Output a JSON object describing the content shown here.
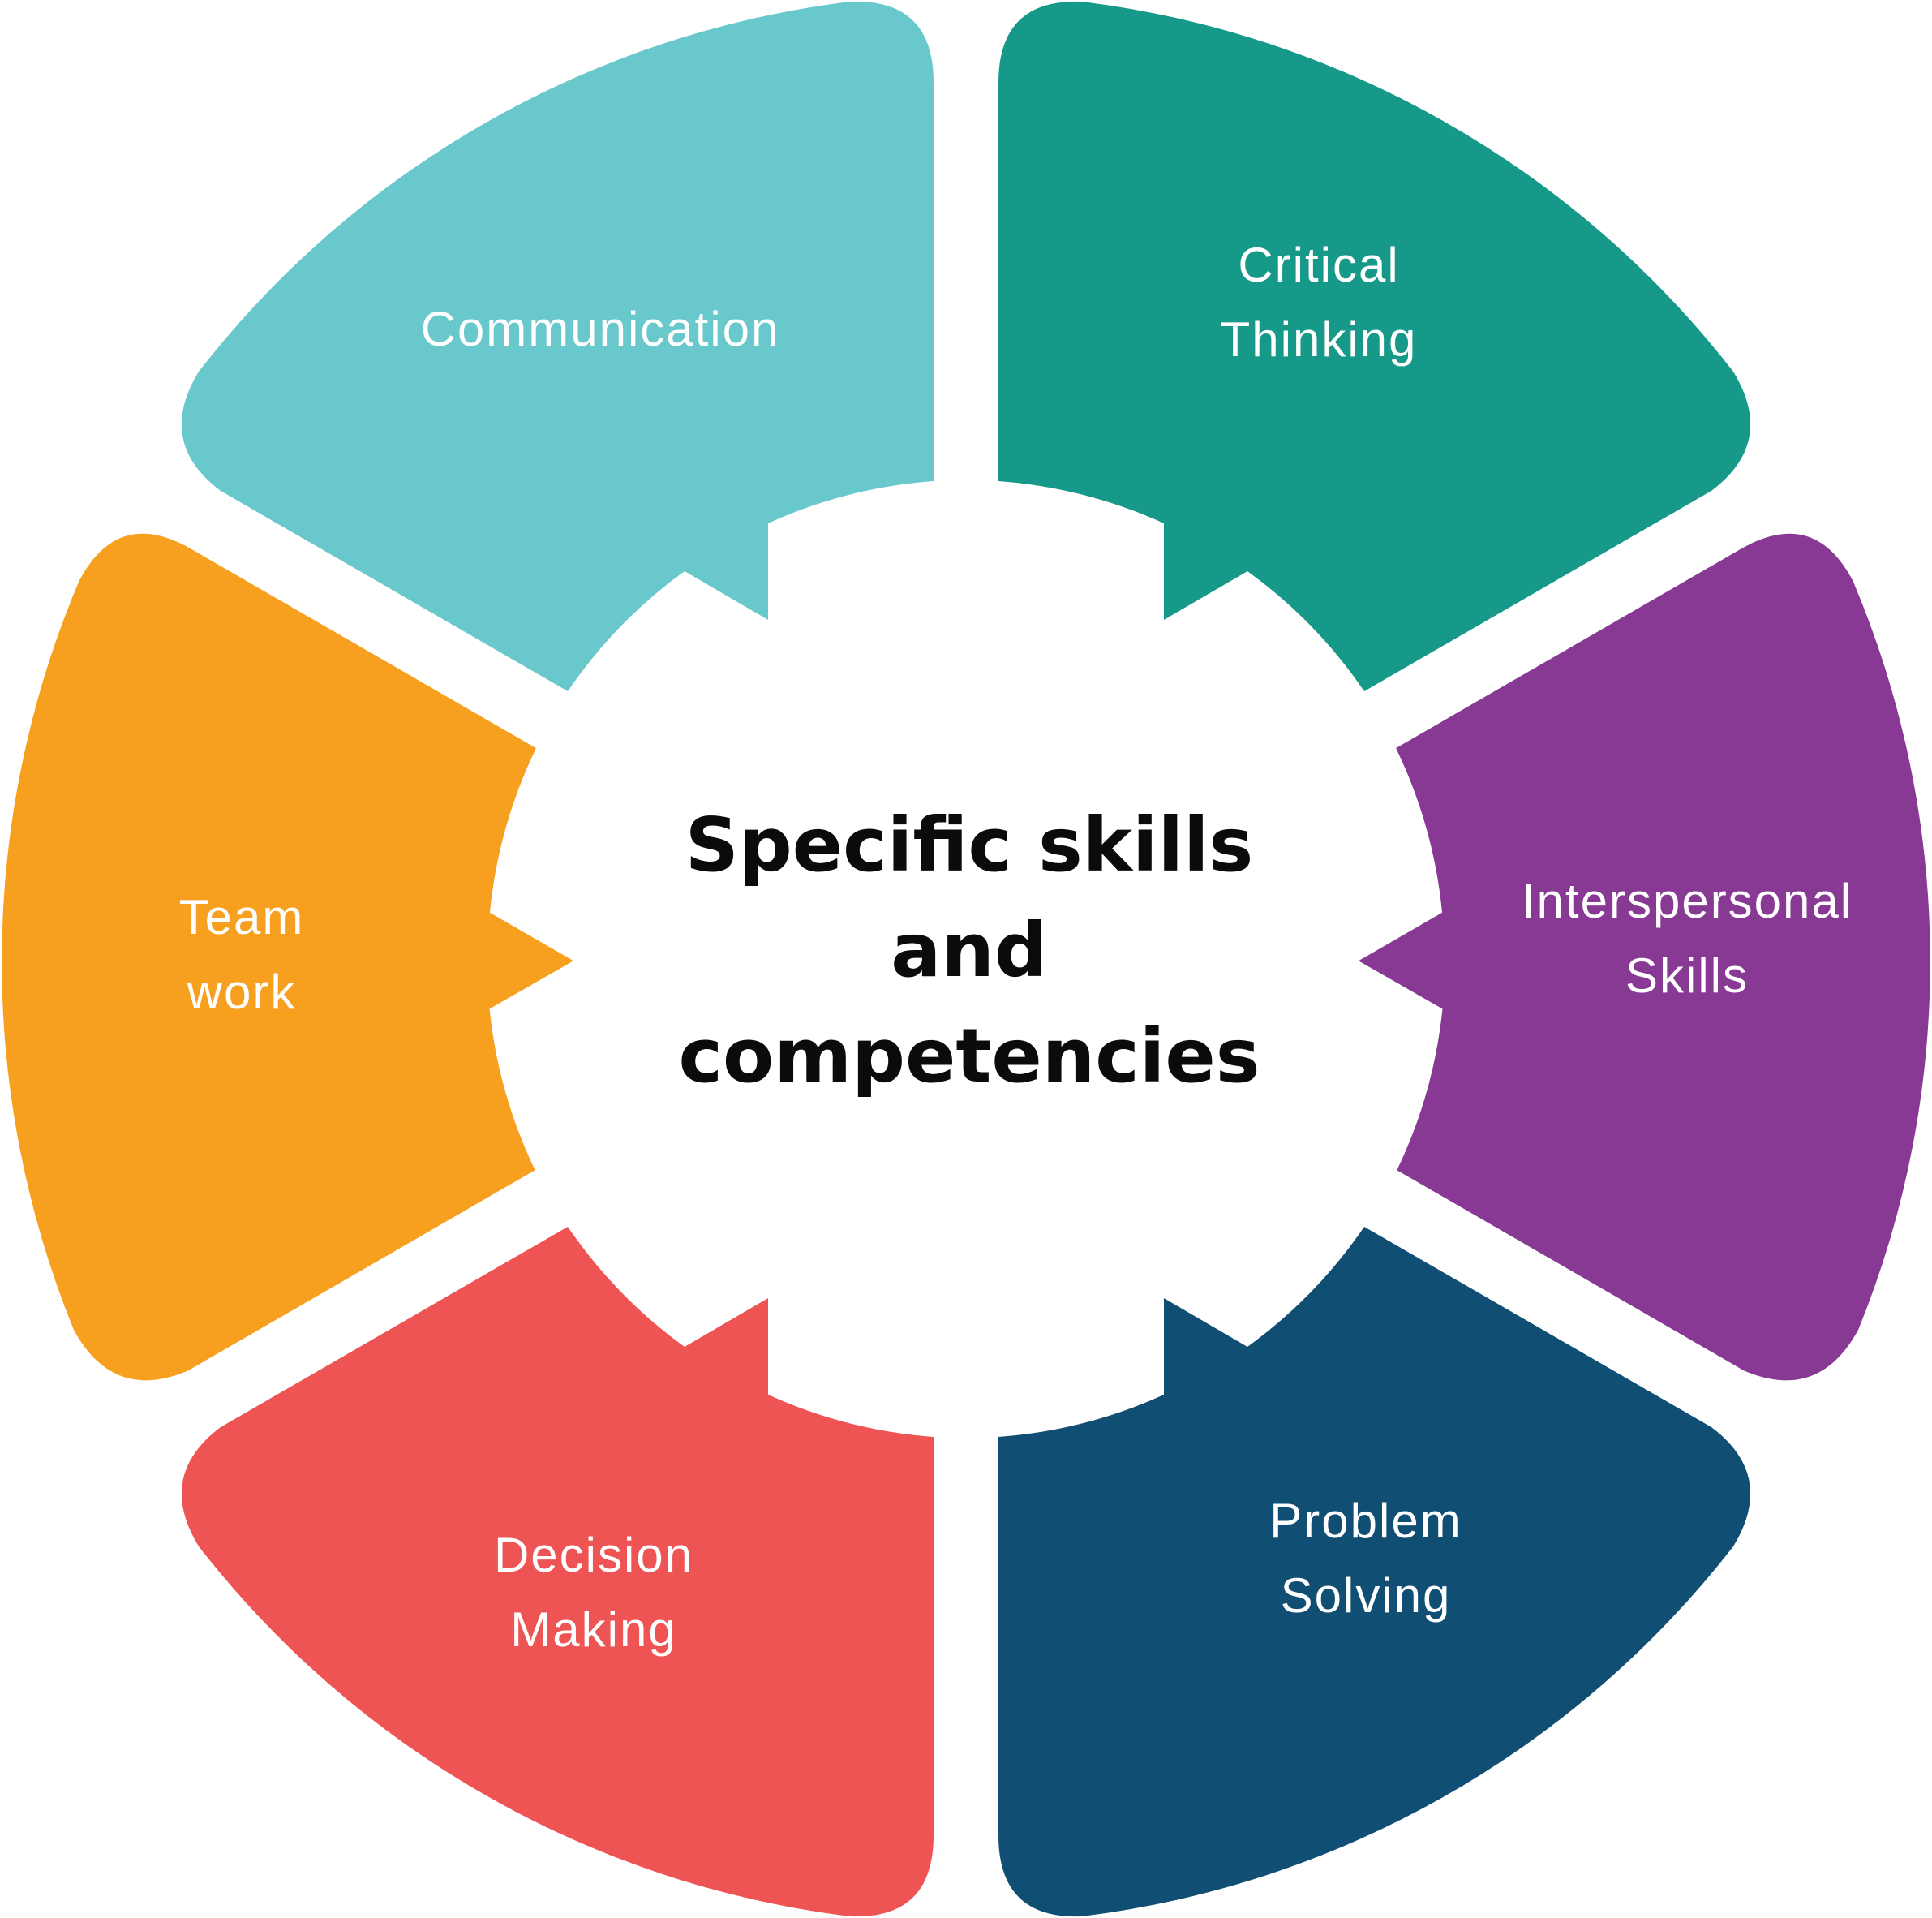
{
  "center": {
    "line1": "Specific skills",
    "line2": "and",
    "line3": "competencies"
  },
  "segments": [
    {
      "id": "communication",
      "color": "#69C8CB",
      "lines": [
        "Communication"
      ]
    },
    {
      "id": "critical-thinking",
      "color": "#17998A",
      "lines": [
        "Critical",
        "Thinking"
      ]
    },
    {
      "id": "interspersonal-skills",
      "color": "#873994",
      "lines": [
        "Interspersonal",
        "Skills"
      ]
    },
    {
      "id": "problem-solving",
      "color": "#104E73",
      "lines": [
        "Problem",
        "Solving"
      ]
    },
    {
      "id": "decision-making",
      "color": "#EE5454",
      "lines": [
        "Decision",
        "Making"
      ]
    },
    {
      "id": "team-work",
      "color": "#F7A020",
      "lines": [
        "Team",
        "work"
      ]
    }
  ]
}
